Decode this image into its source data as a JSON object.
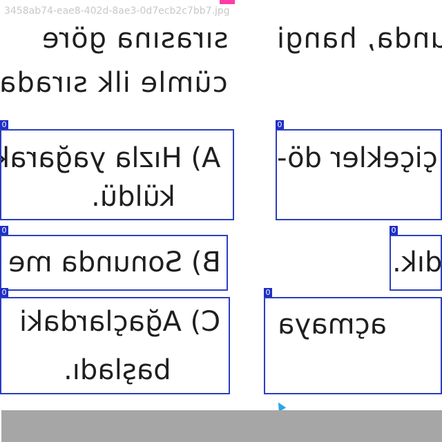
{
  "filename": "3458ab74-eae8-402d-8ae3-0d7ecb2c7bb7.jpg",
  "header_lines": {
    "left_line1": "sırasına göre",
    "left_line2": "cümle ilk sırada",
    "right_line1": "unda, hangi"
  },
  "boxes": [
    {
      "badge": "0",
      "line1": "A) Hızla yağarak",
      "line2": "küldü."
    },
    {
      "badge": "0",
      "line1": "çiçekler dö-"
    },
    {
      "badge": "0",
      "line1": "B) Sonunda me"
    },
    {
      "badge": "0",
      "line1": "dık."
    },
    {
      "badge": "0",
      "line1": "C) Ağaçlardaki",
      "line2": "başladı."
    },
    {
      "badge": "0",
      "line1": "açmaya"
    }
  ],
  "colors": {
    "box_border": "#2b3fbf",
    "badge_bg": "#1f2fc8",
    "bottom_bar": "#a6a6a6"
  }
}
